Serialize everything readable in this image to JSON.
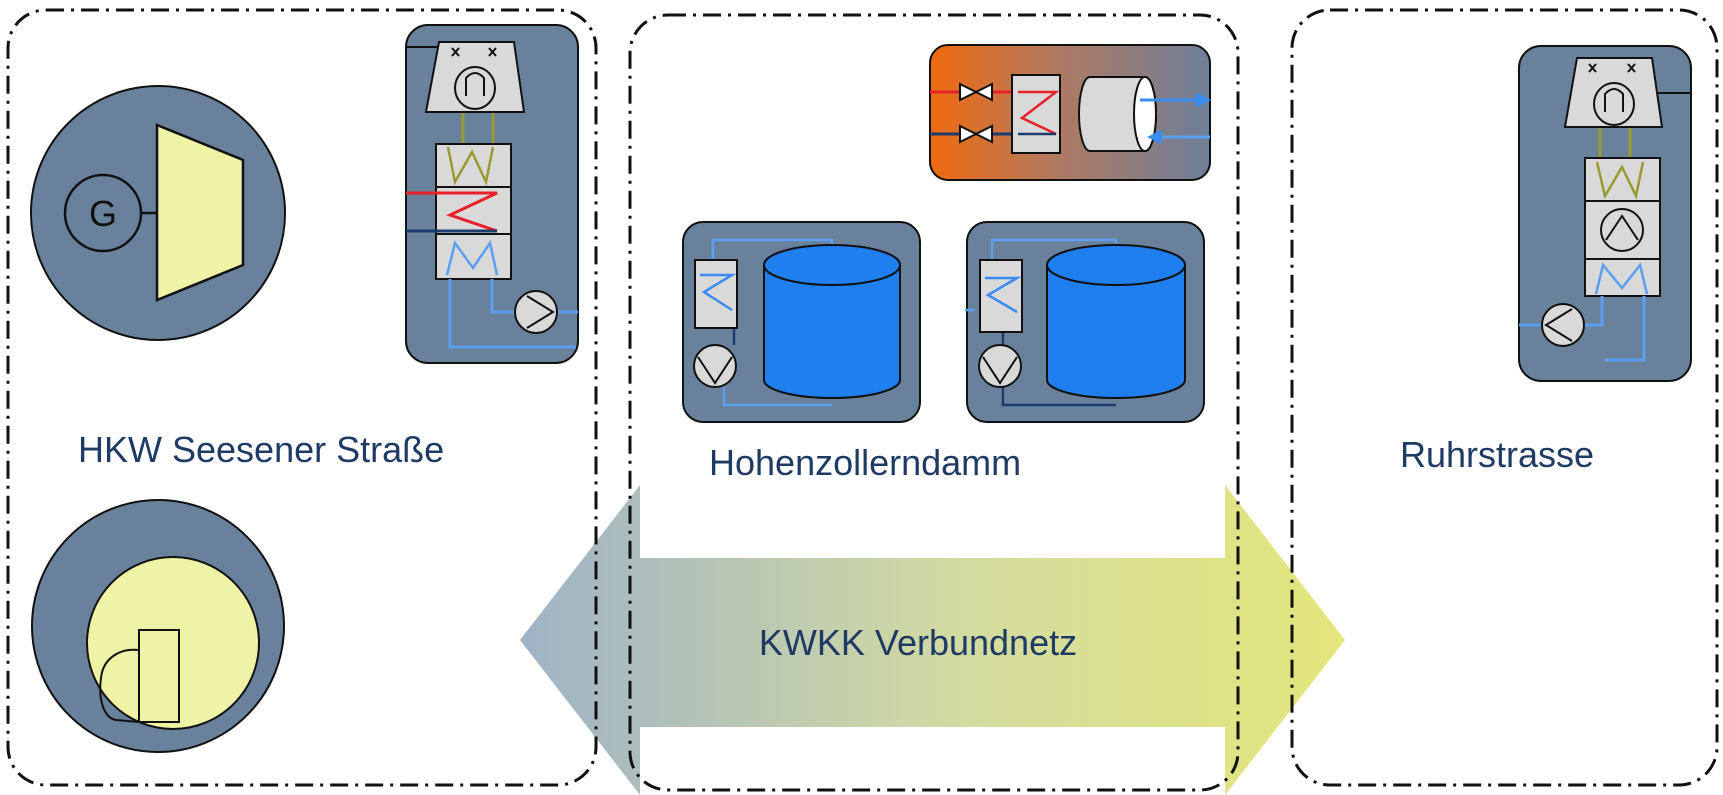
{
  "sites": {
    "left": {
      "title": "HKW Seesener Straße",
      "generator_symbol": "G"
    },
    "center": {
      "title": "Hohenzollerndamm"
    },
    "right": {
      "title": "Ruhrstrasse"
    }
  },
  "network": {
    "label": "KWKK Verbundnetz"
  },
  "colors": {
    "panel": "#6a819c",
    "tank": "#1f7fee",
    "component": "#d9d9d9",
    "turbine": "#eef3a6",
    "hot_line": "#e8202a",
    "cold_line": "#1d3c6e",
    "chilled_line": "#5aa0f0",
    "absorber_line": "#9a9a2e",
    "arrow_left": "#9fb3c6",
    "arrow_right": "#e3e67a",
    "heat_left": "#f06a10",
    "heat_right": "#6e7f9a",
    "text": "#1f3a64"
  },
  "icons": [
    "generator-icon",
    "turbine-icon",
    "engine-icon",
    "absorption-chiller-icon",
    "heat-exchanger-icon",
    "pump-icon",
    "valve-icon",
    "storage-tank-icon",
    "cooling-tower-icon",
    "double-arrow-icon"
  ]
}
